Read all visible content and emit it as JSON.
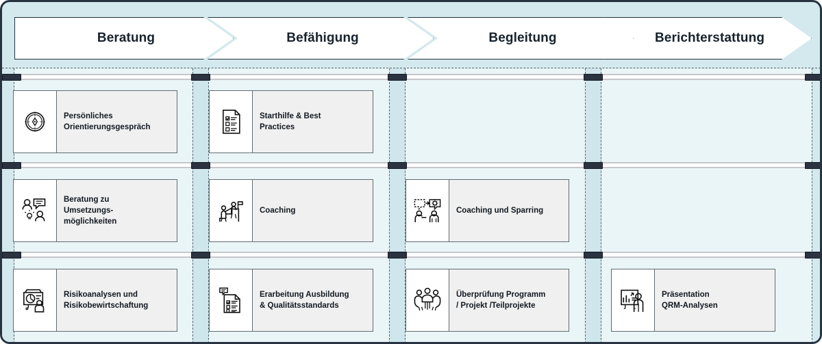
{
  "diagram": {
    "title_row": {
      "phases": [
        {
          "id": "beratung",
          "label": "Beratung"
        },
        {
          "id": "befaehigung",
          "label": "Befähigung"
        },
        {
          "id": "begleitung",
          "label": "Begleitung"
        },
        {
          "id": "berichterstattung",
          "label": "Berichterstattung"
        }
      ]
    },
    "colors": {
      "frame_background": "#d4e9ed",
      "frame_border": "#273341",
      "lane_background": "#eaf5f7",
      "lane_separator": "#cfe7ec",
      "chevron_fill": "#ffffff",
      "chevron_border": "#20303c",
      "card_fill": "#f0f0f0",
      "card_border": "#5f6b74",
      "icon_panel": "#ffffff",
      "connector": "#2b3240",
      "divider_rule": "#c6c6cb",
      "text": "#111820"
    },
    "rows": [
      {
        "row_index": 0,
        "cells": [
          {
            "column": "beratung",
            "empty": false,
            "icon": "compass-icon",
            "label": "Persönliches\nOrientierungsgespräch"
          },
          {
            "column": "befaehigung",
            "empty": false,
            "icon": "checklist-document-icon",
            "label": "Starthilfe & Best\nPractices"
          },
          {
            "column": "begleitung",
            "empty": true,
            "icon": "",
            "label": ""
          },
          {
            "column": "berichterstattung",
            "empty": true,
            "icon": "",
            "label": ""
          }
        ]
      },
      {
        "row_index": 1,
        "cells": [
          {
            "column": "beratung",
            "empty": false,
            "icon": "consultation-people-idea-icon",
            "label": "Beratung zu\nUmsetzungs-\nmöglichkeiten"
          },
          {
            "column": "befaehigung",
            "empty": false,
            "icon": "coaching-stairs-flag-icon",
            "label": "Coaching"
          },
          {
            "column": "begleitung",
            "empty": false,
            "icon": "sparring-gear-dialog-icon",
            "label": "Coaching und Sparring"
          },
          {
            "column": "berichterstattung",
            "empty": true,
            "icon": "",
            "label": ""
          }
        ]
      },
      {
        "row_index": 2,
        "cells": [
          {
            "column": "beratung",
            "empty": false,
            "icon": "risk-presentation-chart-icon",
            "label": "Risikoanalysen und\nRisikobewirtschaftung"
          },
          {
            "column": "befaehigung",
            "empty": false,
            "icon": "checklist-speech-icon",
            "label": "Erarbeitung Ausbildung\n& Qualitätsstandards"
          },
          {
            "column": "begleitung",
            "empty": false,
            "icon": "team-review-icon",
            "label": "Überprüfung Programm\n/ Projekt /Teilprojekte"
          },
          {
            "column": "berichterstattung",
            "empty": false,
            "icon": "presentation-bars-person-icon",
            "label": "Präsentation\nQRM-Analysen"
          }
        ]
      }
    ]
  }
}
